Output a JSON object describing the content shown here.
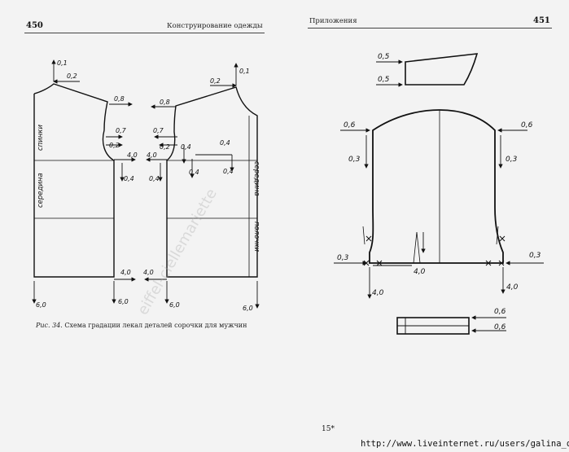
{
  "left_page": {
    "page_number": "450",
    "running_title": "Конструирование одежды",
    "caption_label": "Рис. 34.",
    "caption_text": "Схема градации лекал деталей сорочки для мужчин",
    "labels": {
      "back_top": "0,1",
      "back_neck": "0,2",
      "back_shoulder": "0,8",
      "back_arm_a": "0,7",
      "back_arm_b": "0,2",
      "back_side": "4,0",
      "back_low": "0,4",
      "back_text_1": "спинки",
      "back_text_2": "середина",
      "back_hem": "4,0",
      "back_hem_left": "6,0",
      "back_hem_right": "6,0",
      "front_top": "0,1",
      "front_neck": "0,2",
      "front_shoulder": "0,8",
      "front_arm_a": "0,7",
      "front_arm_b": "0,2",
      "front_arm_c": "0,4",
      "front_side": "4,0",
      "front_low": "0,4",
      "front_dart_a": "0,4",
      "front_dart_b": "0,4",
      "front_dart_c": "0,4",
      "front_text_1": "середина",
      "front_text_2": "полочки",
      "front_hem": "4,0",
      "front_hem_left": "6,0",
      "front_hem_right": "6,0"
    }
  },
  "right_page": {
    "page_number": "451",
    "running_title": "Приложения",
    "footer_mark": "15*",
    "labels": {
      "cuff_top": "0,5",
      "cuff_bottom": "0,5",
      "sleeve_left_top": "0,6",
      "sleeve_right_top": "0,6",
      "sleeve_left_down": "0,3",
      "sleeve_right_down": "0,3",
      "sleeve_left_side": "0,3",
      "sleeve_right_side": "0,3",
      "sleeve_center": "4,0",
      "sleeve_left_bottom": "4,0",
      "sleeve_right_bottom": "4,0",
      "collar_top": "0,6",
      "collar_bottom": "0,6"
    }
  },
  "watermark": "eiffel-ciellemariette",
  "footer_url": "http://www.liveinternet.ru/users/galina_o/"
}
